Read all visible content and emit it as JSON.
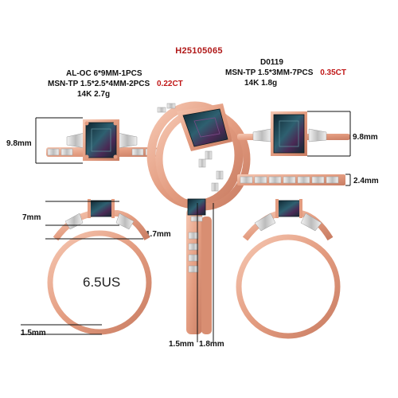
{
  "product_code": "H25105065",
  "left_spec": {
    "line1": "AL-OC  6*9MM-1PCS",
    "line2_label": "MSN-TP  1.5*2.5*4MM-2PCS",
    "line2_weight": "0.22CT",
    "line3": "14K  2.7g"
  },
  "right_spec": {
    "line1": "D0119",
    "line2_label": "MSN-TP  1.5*3MM-7PCS",
    "line2_weight": "0.35CT",
    "line3": "14K  1.8g"
  },
  "dimensions": {
    "ring_height_left": "9.8mm",
    "ring_height_right": "9.8mm",
    "band_height": "2.4mm",
    "stone_height": "7mm",
    "shoulder": "1.7mm",
    "band_width_left": "1.5mm",
    "side_width_a": "1.5mm",
    "side_width_b": "1.8mm",
    "ring_size": "6.5US"
  },
  "colors": {
    "rose_gold": "#e8a58c",
    "rose_gold_dark": "#c97d63",
    "stone": "#1d3a46",
    "red_text": "#c01818"
  }
}
